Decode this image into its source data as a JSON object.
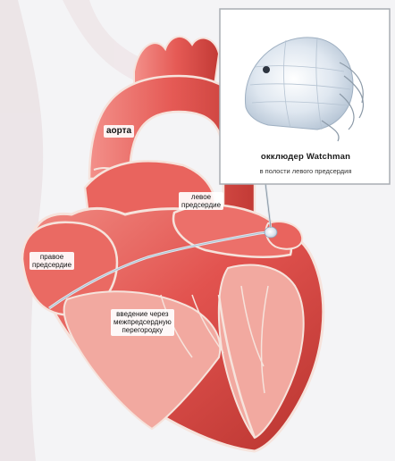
{
  "labels": {
    "aorta": "аорта",
    "left_atrium": [
      "левое",
      "предсердие"
    ],
    "right_atrium": [
      "правое",
      "предсердие"
    ],
    "septal_access": [
      "введение через",
      "межпредсердную",
      "перегородку"
    ]
  },
  "inset": {
    "title": "окклюдер Watchman",
    "subtitle": "в полости левого предсердия"
  },
  "colors": {
    "background": "#f4f4f6",
    "heart_red": "#e2534f",
    "heart_dark": "#b8342f",
    "heart_light": "#f0807a",
    "inner_pink": "#f2a9a0",
    "outline": "#f6e3dc",
    "device_blue": "#cfdbe8",
    "background_vessel": "#e6d9dc"
  }
}
